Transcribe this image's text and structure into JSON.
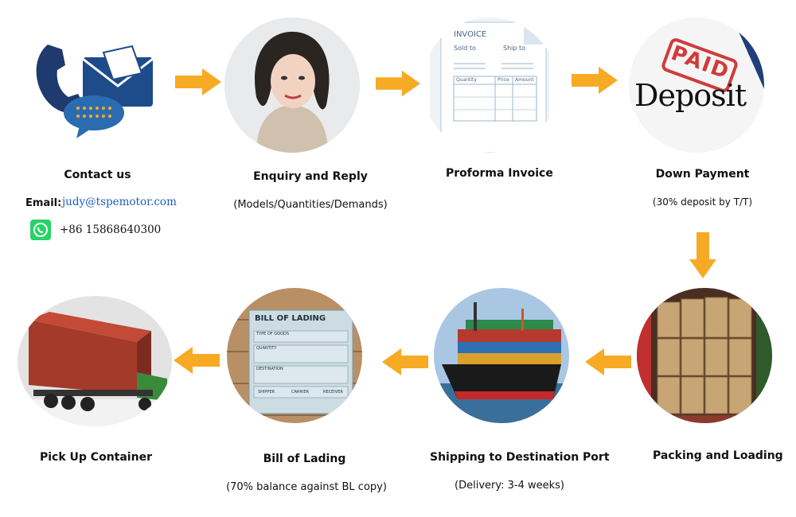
{
  "steps": [
    {
      "title": "Contact us",
      "note": ""
    },
    {
      "title": "Enquiry and Reply",
      "note": "(Models/Quantities/Demands)"
    },
    {
      "title": "Proforma Invoice",
      "note": ""
    },
    {
      "title": "Down Payment",
      "note": "(30% deposit by T/T)"
    },
    {
      "title": "Packing and Loading",
      "note": ""
    },
    {
      "title": "Shipping to Destination Port",
      "note": "(Delivery: 3-4 weeks)"
    },
    {
      "title": "Bill of Lading",
      "note": "(70% balance against BL copy)"
    },
    {
      "title": "Pick Up Container",
      "note": ""
    }
  ],
  "contact": {
    "email_label": "Email:",
    "email": "judy@tspemotor.com",
    "phone": "+86 15868640300"
  },
  "invoice_image": {
    "heading": "INVOICE",
    "sold_to": "Sold to",
    "ship_to": "Ship to",
    "cols": [
      "Quantity",
      "Price",
      "Amount"
    ]
  },
  "deposit_image": {
    "stamp": "PAID",
    "word": "Deposit"
  },
  "bol_image": {
    "heading": "BILL OF LADING",
    "fields": [
      "TYPE OF GOODS",
      "QUANTITY",
      "DESTINATION"
    ],
    "sign": [
      "SHIPPER",
      "CARRIER",
      "RECEIVER"
    ]
  },
  "colors": {
    "arrow": "#f7ab24",
    "email": "#1c5fb8",
    "whatsapp": "#25d366"
  }
}
